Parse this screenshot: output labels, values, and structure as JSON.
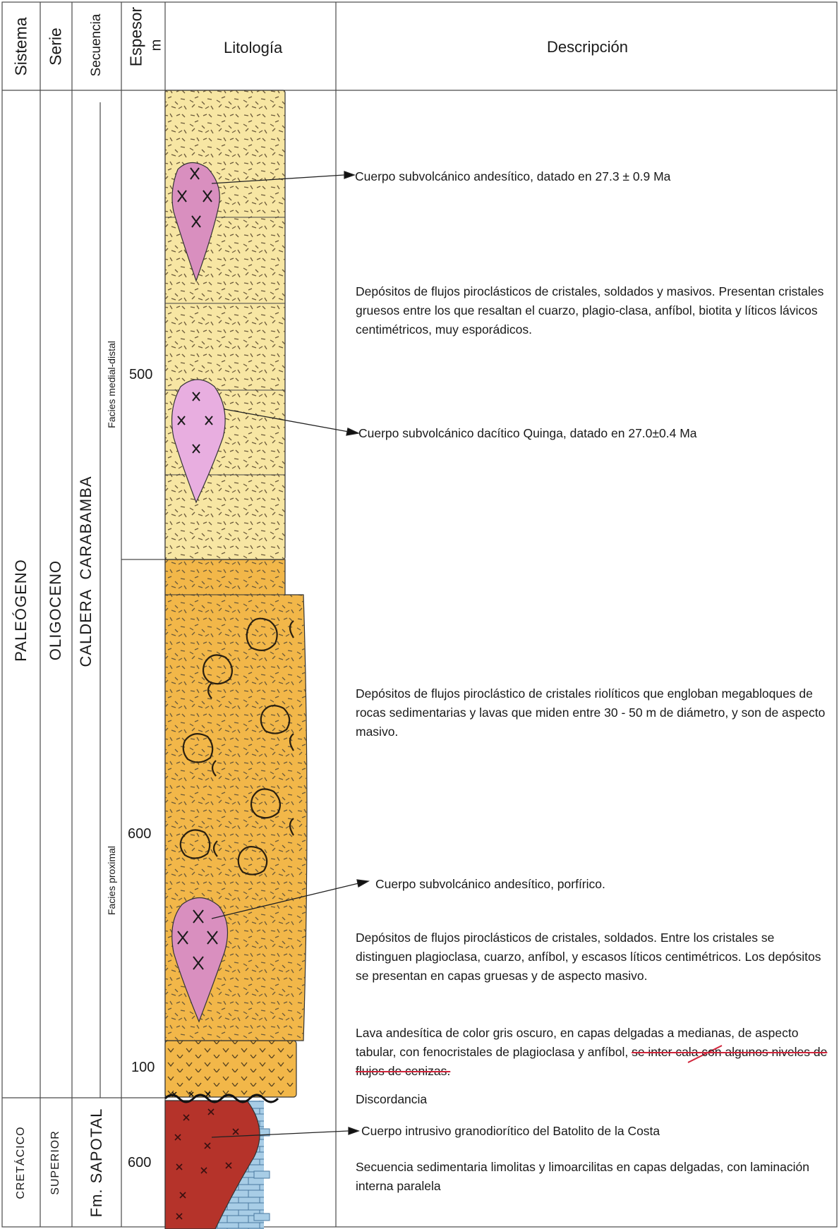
{
  "headers": {
    "sistema": "Sistema",
    "serie": "Serie",
    "secuencia": "Secuencia",
    "espesor": "Espesor",
    "unit": "m",
    "litologia": "Litología",
    "descripcion": "Descripción"
  },
  "sistema": {
    "upper": "PALEÓGENO",
    "lower": "CRETÁCICO"
  },
  "serie": {
    "upper": "OLIGOCENO",
    "lower": "SUPERIOR"
  },
  "secuencia": {
    "upper": "CALDERA  CARABAMBA",
    "lower": "Fm. SAPOTAL"
  },
  "facies": {
    "upper": "Facies medial-distal",
    "lower": "Facies proximal"
  },
  "scale": {
    "s500": "500",
    "s600a": "600",
    "s100": "100",
    "s600b": "600"
  },
  "descriptions": {
    "d1": "Cuerpo subvolcánico andesítico, datado en 27.3 ± 0.9 Ma",
    "d2": "Depósitos de flujos piroclásticos de cristales, soldados y masivos. Presentan cristales gruesos entre los que resaltan el cuarzo, plagio-clasa, anfíbol, biotita y líticos lávicos centimétricos, muy esporádicos.",
    "d3": "Cuerpo subvolcánico dacítico Quinga, datado en 27.0±0.4 Ma",
    "d4": "Depósitos de flujos piroclástico de cristales riolíticos que engloban megabloques de rocas sedimentarias y lavas que miden entre 30 - 50 m de diámetro, y son de aspecto masivo.",
    "d5": "Cuerpo subvolcánico andesítico, porfírico.",
    "d6": "Depósitos de flujos piroclásticos de cristales, soldados. Entre los cristales se distinguen plagioclasa, cuarzo, anfíbol, y escasos líticos centimétricos. Los depósitos se presentan en capas gruesas y de aspecto masivo.",
    "d7a": "Lava andesítica de color gris oscuro, en capas delgadas a medianas, de aspecto tabular, con fenocristales de plagioclasa y anfíbol, ",
    "d7b": "se inter cala con algunos niveles de flujos de cenizas.",
    "d8": "Discordancia",
    "d9": "Cuerpo intrusivo granodiorítico del Batolito de la Costa",
    "d10": "Secuencia sedimentaria limolitas y limoarcilitas en capas delgadas, con laminación interna paralela"
  },
  "colors": {
    "pale_yellow": "#f7e6a3",
    "orange": "#f2b749",
    "pink": "#d98fbf",
    "light_pink": "#e8aee0",
    "red": "#b5332a",
    "blue": "#a8cde6",
    "line": "#333333"
  }
}
